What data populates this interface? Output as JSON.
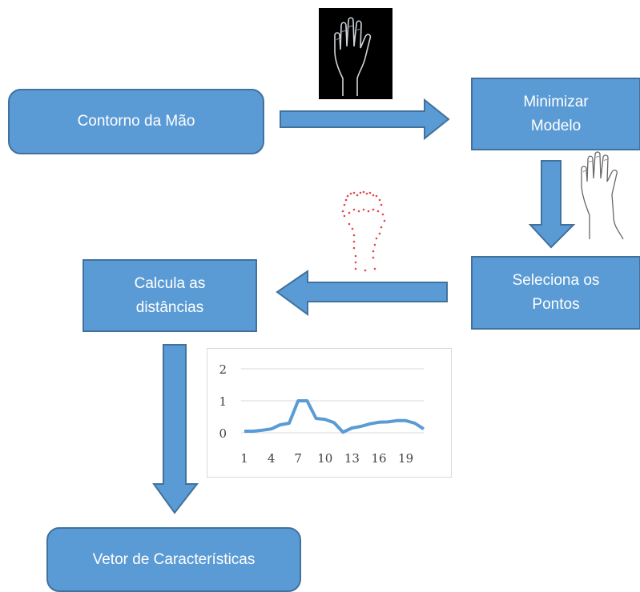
{
  "nodes": {
    "contorno": "Contorno da Mão",
    "minimizar": [
      "Minimizar",
      "Modelo"
    ],
    "seleciona": [
      "Seleciona os",
      "Pontos"
    ],
    "calcula": [
      "Calcula as",
      "distâncias"
    ],
    "vetor": "Vetor de Características"
  },
  "colors": {
    "box_fill": "#5b9bd5",
    "box_border": "#41719c",
    "line": "#5b9bd5",
    "points": "#e0454a"
  },
  "chart_data": {
    "type": "line",
    "x": [
      1,
      2,
      3,
      4,
      5,
      6,
      7,
      8,
      9,
      10,
      11,
      12,
      13,
      14,
      15,
      16,
      17,
      18,
      19,
      20,
      21
    ],
    "values": [
      0.05,
      0.05,
      0.08,
      0.12,
      0.25,
      0.3,
      1.0,
      1.0,
      0.45,
      0.42,
      0.32,
      0.02,
      0.15,
      0.2,
      0.28,
      0.33,
      0.34,
      0.38,
      0.38,
      0.3,
      0.12
    ],
    "xticks": [
      "1",
      "4",
      "7",
      "10",
      "13",
      "16",
      "19"
    ],
    "yticks": [
      "0",
      "1",
      "2"
    ],
    "ylim": [
      0,
      2
    ],
    "grid": true
  }
}
